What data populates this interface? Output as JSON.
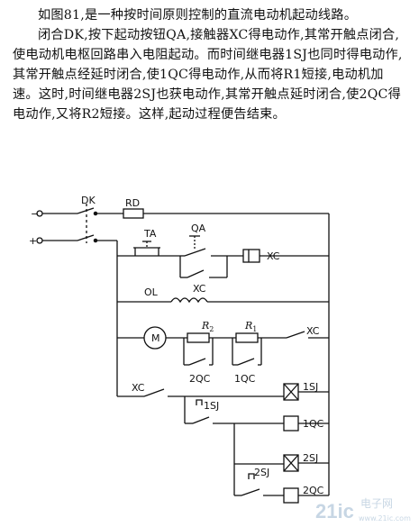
{
  "text": {
    "p1": "如图81,是一种按时间原则控制的直流电动机起动线路。",
    "p2": "闭合DK,按下起动按钮QA,接触器XC得电动作,其常开触点闭合,使电动机电枢回路串入电阻起动。而时间继电器1SJ也同时得电动作,其常开触点经延时闭合,使1QC得电动作,从而将R1短接,电动机加速。这时,时间继电器2SJ也获电动作,其常开触点延时闭合,使2QC得电动作,又将R2短接。这样,起动过程便告结束。"
  },
  "diagram": {
    "minus": "−",
    "plus": "+",
    "dk": "DK",
    "rd": "RD",
    "ta": "TA",
    "qa": "QA",
    "xc_coil": "XC",
    "xc_hold": "XC",
    "ol": "OL",
    "motor": "M",
    "r2": "R",
    "r2_sub": "2",
    "r1": "R",
    "r1_sub": "1",
    "qc2": "2QC",
    "qc1": "1QC",
    "xc_right": "XC",
    "xc_left": "XC",
    "sj1": "1SJ",
    "sj1_contact": "1SJ",
    "qc1_coil": "1QC",
    "sj2": "2SJ",
    "sj2_contact": "2SJ",
    "qc2_coil": "2QC"
  },
  "watermark": {
    "logo": "21ic",
    "site_cn": "电子网",
    "url": "www.21ic.com"
  }
}
